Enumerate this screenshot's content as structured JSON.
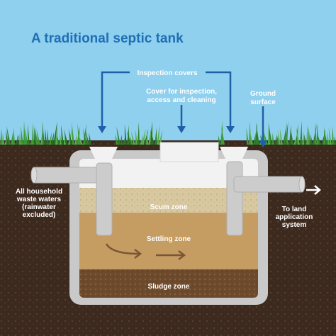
{
  "title": "A traditional septic tank",
  "labels": {
    "inspection_covers": "Inspection covers",
    "cover_line1": "Cover for inspection,",
    "cover_line2": "access and cleaning",
    "ground_line1": "Ground",
    "ground_line2": "surface",
    "inlet_line1": "All household",
    "inlet_line2": "waste waters",
    "inlet_line3": "(rainwater",
    "inlet_line4": "excluded)",
    "outlet_line1": "To land",
    "outlet_line2": "application",
    "outlet_line3": "system"
  },
  "zones": {
    "scum": "Scum zone",
    "settling": "Settling zone",
    "sludge": "Sludge zone"
  },
  "colors": {
    "sky": "#8fd0ee",
    "soil": "#3d2a1f",
    "grass": "#3f9a36",
    "tank_wall": "#c9c9c9",
    "air": "#f2f2f2",
    "scum": "#d8c8a0",
    "settling": "#c59c62",
    "sludge": "#6d4a2c",
    "pipe": "#cccccc",
    "label_blue": "#1f5fa8",
    "title_blue": "#1f6fb5"
  }
}
